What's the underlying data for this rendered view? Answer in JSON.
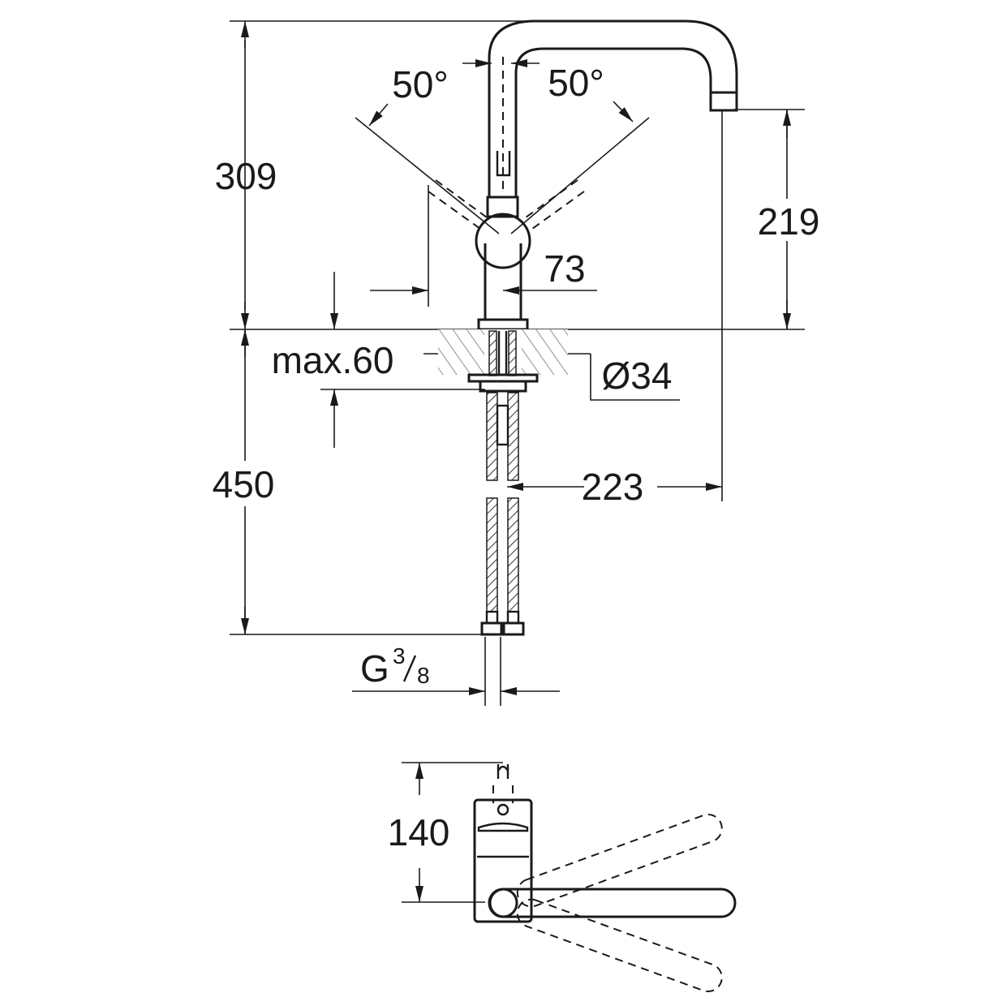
{
  "dimensions": {
    "overall_height": "309",
    "spout_height": "219",
    "lever_angle_left": "50°",
    "lever_angle_right": "50°",
    "base_to_lever": "73",
    "max_counter_thickness": "max.60",
    "hole_diameter": "Ø34",
    "hose_length": "450",
    "spout_reach": "223",
    "connection_thread_prefix": "G",
    "connection_thread_numerator": "3",
    "connection_thread_denominator": "8",
    "top_view_depth": "140"
  },
  "colors": {
    "line": "#1a1a1a",
    "background": "#ffffff"
  }
}
